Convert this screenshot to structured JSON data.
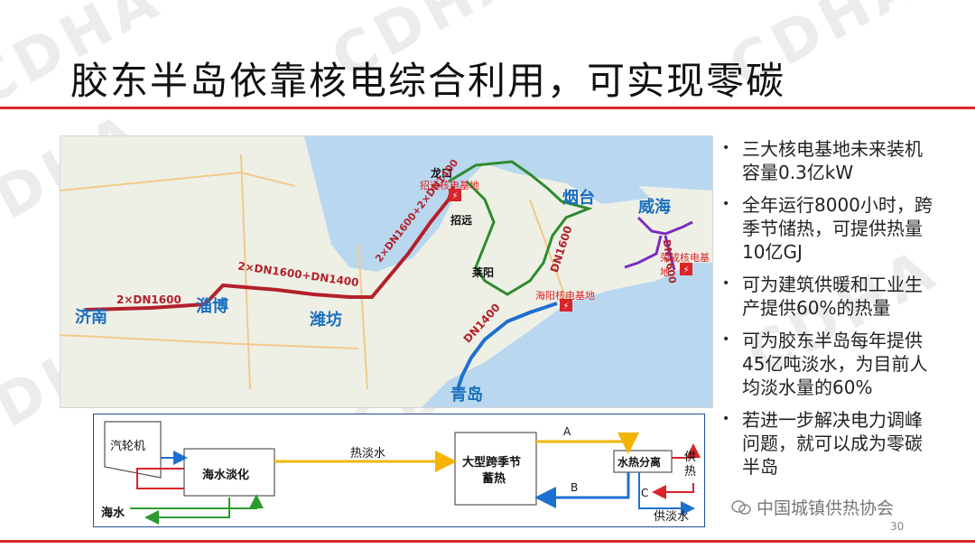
{
  "watermark_text": "CDHA",
  "title": "胶东半岛依靠核电综合利用，可实现零碳",
  "bullets": [
    "三大核电基地未来装机容量0.3亿kW",
    "全年运行8000小时，跨季节储热，可提供热量10亿GJ",
    "可为建筑供暖和工业生产提供60%的热量",
    "可为胶东半岛每年提供45亿吨淡水，为目前人均淡水量的60%",
    "若进一步解决电力调峰问题，就可以成为零碳半岛"
  ],
  "map": {
    "cities": {
      "jinan": "济南",
      "zibo": "淄博",
      "weifang": "潍坊",
      "qingdao": "青岛",
      "yantai": "烟台",
      "weihai": "威海",
      "longkou": "龙口",
      "zhaoyuan": "招远",
      "laiyang": "莱阳"
    },
    "bases": {
      "zhaoyuan": "招远核电基地",
      "haiyang": "海阳核电基地",
      "rongcheng": "荣成核电基地"
    },
    "pipes": {
      "jinan_zibo": "2×DN1600",
      "zibo_weifang": "2×DN1600+DN1400",
      "weifang_zhaoyuan": "2×DN1600+2×DN1400",
      "yantai_haiyang": "DN1600",
      "haiyang_qingdao": "DN1400",
      "rongcheng": "DN1600"
    },
    "colors": {
      "trunk": "#b3202b",
      "green": "#2e8b2e",
      "blue": "#1f6fd1",
      "purple": "#7b2cbf"
    }
  },
  "diagram": {
    "turbine": "汽轮机",
    "desal": "海水淡化",
    "hot_fresh_water": "热淡水",
    "storage_line1": "大型跨季节",
    "storage_line2": "蓄热",
    "separator": "水热分离",
    "label_a": "A",
    "label_b": "B",
    "label_c": "C",
    "seawater": "海水",
    "supply_heat": "供热",
    "supply_fresh_water": "供淡水"
  },
  "footer_brand": "中国城镇供热协会",
  "page_number": "30"
}
